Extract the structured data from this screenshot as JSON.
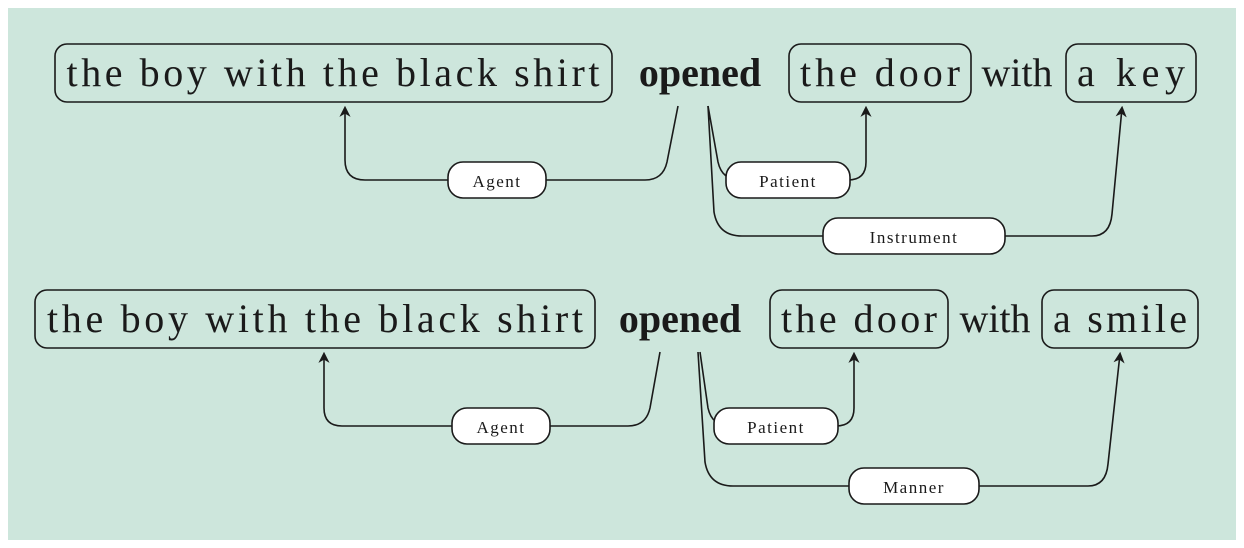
{
  "colors": {
    "background": "#cde6dc",
    "ink": "#1a1a1a",
    "label_fill": "#ffffff"
  },
  "sentences": [
    {
      "subject": "the boy with the black shirt",
      "verb": "opened",
      "object": "the door",
      "preposition": "with",
      "complement": "a key",
      "roles": {
        "subject": "Agent",
        "object": "Patient",
        "complement": "Instrument"
      }
    },
    {
      "subject": "the boy with the black shirt",
      "verb": "opened",
      "object": "the door",
      "preposition": "with",
      "complement": "a smile",
      "roles": {
        "subject": "Agent",
        "object": "Patient",
        "complement": "Manner"
      }
    }
  ]
}
